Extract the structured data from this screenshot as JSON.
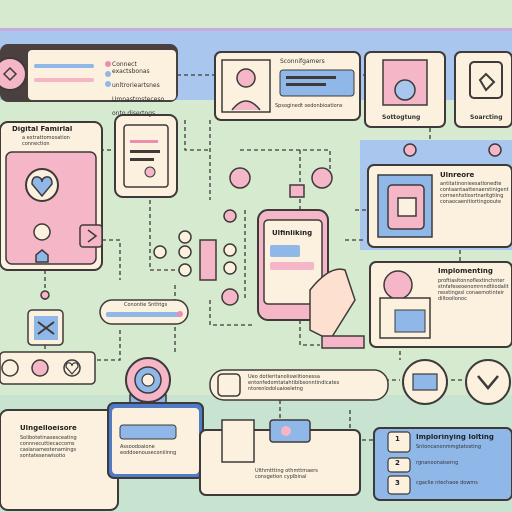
{
  "header_left": {
    "lines": [
      "Connect exactsbonas",
      "unltrorieartsnes",
      "Umnastrosteceso",
      "onto disertogs"
    ]
  },
  "profile_card": {
    "caption_top": "Sconnifgamers",
    "caption_bottom": "Spsoginedt sedonbioations"
  },
  "right_top": {
    "label_left": "Sottogtung",
    "label_right": "Soarcting"
  },
  "left_panel": {
    "title": "Digital Famirlal",
    "subtitle": "a extrattomosation\nconnection"
  },
  "phone_center": {
    "title": "Ulfinliking"
  },
  "settings_pill": {
    "label": "Conontie Snthtgs"
  },
  "right_mid": {
    "title": "Ulnreore",
    "body": "antitatinonieesatlonedte\ncontaantaattenaerstinigent\ncorrsenhstiosrtnaritgtiing\nconaocaenitiortingooute"
  },
  "implementing": {
    "title": "Implomenting",
    "body": "proftiasltonnoflextinchnter\nstnfafeseoenomrnndtiiodalit\nresstingssl conaemotinteir\ndiltooilonoc"
  },
  "middle_note": {
    "body": "Ueo dotleritanoliswiitionessa\nentonfedomtatahtibibsonntindicates\nntorenlodoluaioeletng"
  },
  "bottom_left": {
    "title": "Ulngelloeisore",
    "body": "Solibotetinasesceating\nconnnecuttiecaccoms\ncasianamestenamings\nsontatesenwisotio"
  },
  "bottom_center": {
    "caption": "Assoodoaione\neoddoenouseconiiinng"
  },
  "bottom_mid": {
    "caption": "Ulthmttting othmttmaers\nconsgetion cyplbinal"
  },
  "bottom_right": {
    "title": "Implorinying Iolting",
    "items": [
      {
        "num": "1",
        "text": "Sntoncanonmmgtatosting"
      },
      {
        "num": "2",
        "text": "rgnanoonaiserng"
      },
      {
        "num": "3",
        "text": "cgaclie ntechaoe dowms"
      }
    ]
  }
}
